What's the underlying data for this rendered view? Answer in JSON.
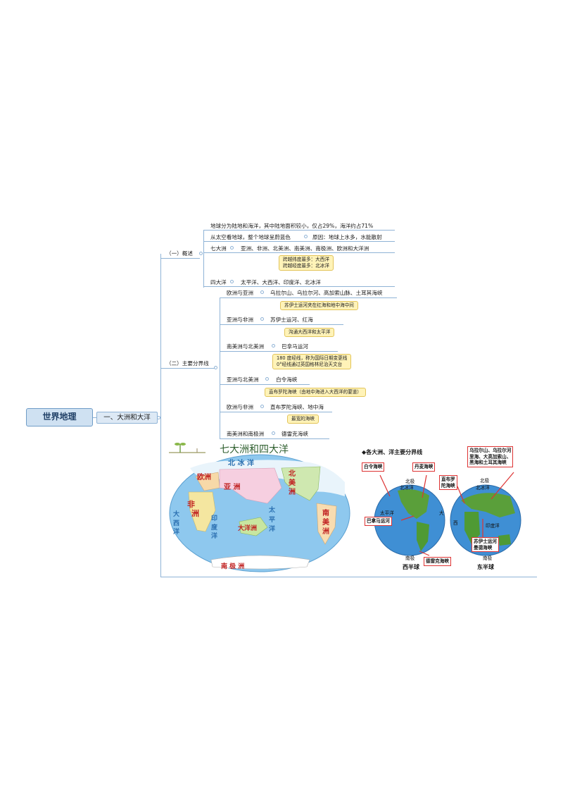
{
  "root": {
    "label": "世界地理"
  },
  "topic": {
    "label": "一、大洲和大洋"
  },
  "overview": {
    "label": "（一）概述",
    "items": {
      "land_sea": "地球分为陆地和海洋，其中陆地面积较小，仅占29%，海洋约占71%",
      "space_view": "从太空看地球，整个地球呈蔚蓝色",
      "reason": "原因：地球上水多，水能散射",
      "seven_label": "七大洲",
      "seven_value": "亚洲、非洲、北美洲、南美洲、南极洲、欧洲和大洋洲",
      "note_lat": "跨越纬度最多：大西洋",
      "note_lon": "跨越经度最多：北冰洋",
      "four_label": "四大洋",
      "four_value": "太平洋、大西洋、印度洋、北冰洋"
    }
  },
  "boundaries": {
    "label": "（二）主要分界线",
    "rows": [
      {
        "pair": "欧洲与亚洲",
        "line": "乌拉尔山、乌拉尔河、高加索山脉、土耳其海峡"
      },
      {
        "pair": "亚洲与非洲",
        "line": "苏伊士运河、红海"
      },
      {
        "pair": "南美洲与北美洲",
        "line": "巴拿马运河"
      },
      {
        "pair": "亚洲与北美洲",
        "line": "白令海峡"
      },
      {
        "pair": "欧洲与非洲",
        "line": "直布罗陀海峡、地中海"
      },
      {
        "pair": "南美洲和南极洲",
        "line": "德雷克海峡"
      }
    ],
    "notes": {
      "suez": "苏伊士运河夹在红海和地中海中间",
      "panama": "沟通大西洋和太平洋",
      "date_line_1": "180 度经线，称为国际日期变更线",
      "date_line_2": "0°经线通过英国格林尼治天文台",
      "gibraltar": "直布罗陀海峡（由地中海进入大西洋的要道）",
      "drake": "最宽的海峡"
    }
  },
  "world_map": {
    "title": "七大洲和四大洋",
    "labels": {
      "arctic": "北 冰 洋",
      "europe": "欧洲",
      "asia": "亚 洲",
      "africa_1": "非",
      "africa_2": "洲",
      "atlantic_w": "大 西 洋",
      "indian": "印 度 洋",
      "oceania": "大洋洲",
      "pacific": "太 平 洋",
      "n_america": "北 美 洲",
      "s_america": "南 美 洲",
      "antarctica": "南 极 洲"
    }
  },
  "hemispheres": {
    "heading": "◆各大洲、洋主要分界线",
    "boxes": {
      "bering": "白令海峡",
      "denmark": "丹麦海峡",
      "gibraltar_1": "直布罗",
      "gibraltar_2": "陀海峡",
      "ural_1": "乌拉尔山、乌拉尔河",
      "ural_2": "里海、大高加索山、",
      "ural_3": "黑海和土耳其海峡",
      "panama": "巴拿马运河",
      "drake": "德雷克海峡",
      "suez_1": "苏伊士运河",
      "suez_2": "曼德海峡"
    },
    "west": {
      "north_pole": "北极",
      "arctic": "北冰洋",
      "pacific": "太平洋",
      "atlantic": "大",
      "south_pole": "南极",
      "caption": "西半球"
    },
    "east": {
      "north_pole": "北极",
      "arctic": "北冰洋",
      "atlantic": "西",
      "indian": "印度洋",
      "south_pole": "南极",
      "caption": "东半球"
    }
  },
  "colors": {
    "connector": "#8fb3d6",
    "root_fill": "#cfe1f2",
    "note_fill": "#fff3b8",
    "ocean": "#8ec8ee",
    "red": "#d33333"
  }
}
